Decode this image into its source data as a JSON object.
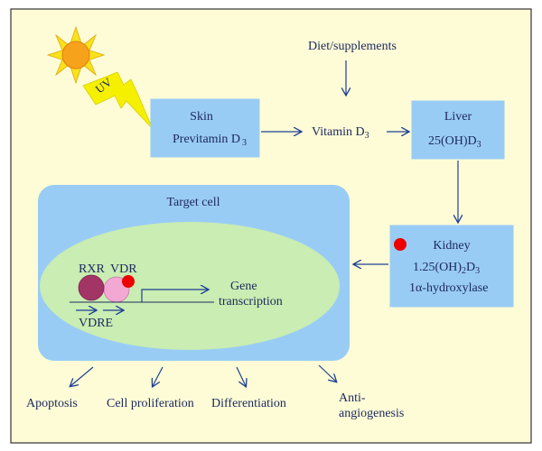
{
  "colors": {
    "panel_background": "#fdfcd6",
    "panel_border": "#333333",
    "box_fill": "#99ccf5",
    "nucleus_fill": "#c9edb2",
    "arrow": "#1f3f94",
    "text_dark": "#1e2a60",
    "text_outcome": "#1e2a60",
    "rxr_fill": "#a33466",
    "vdr_fill": "#f3a8d4",
    "ligand_red": "#ee0000",
    "sun_core": "#f7a21b",
    "sun_rays": "#f7e21b",
    "uv_bolt": "#f5f000"
  },
  "source": {
    "uv_label": "UV",
    "diet_label": "Diet/supplements"
  },
  "skin": {
    "title": "Skin",
    "subtitle": "Previtamin D",
    "subscript": "3"
  },
  "vitamin": {
    "label": "Vitamin D",
    "subscript": "3"
  },
  "liver": {
    "title": "Liver",
    "formula_pre": "25(OH)D",
    "formula_sub": "3"
  },
  "kidney": {
    "title": "Kidney",
    "formula_pre": "1.25(OH)",
    "formula_sub1": "2",
    "formula_mid": "D",
    "formula_sub2": "3",
    "enzyme": "1α-hydroxylase"
  },
  "target_cell": {
    "title": "Target cell",
    "rxr_label": "RXR",
    "vdr_label": "VDR",
    "vdre_label": "VDRE",
    "gene_label_1": "Gene",
    "gene_label_2": "transcription"
  },
  "outcomes": {
    "apoptosis": "Apoptosis",
    "proliferation": "Cell proliferation",
    "differentiation": "Differentiation",
    "antiangio_1": "Anti-",
    "antiangio_2": "angiogenesis"
  }
}
